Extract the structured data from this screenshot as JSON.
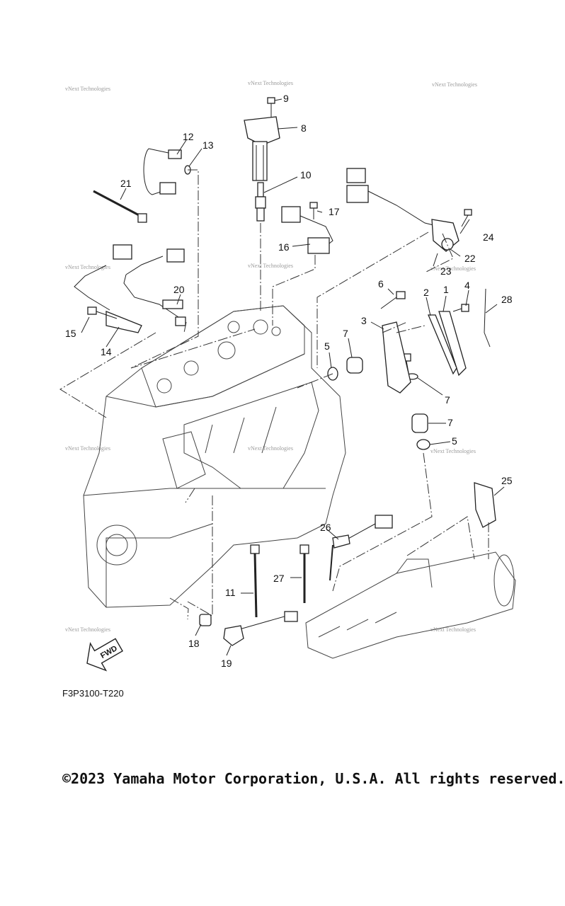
{
  "diagram": {
    "code": "F3P3100-T220",
    "fwd_label": "FWD",
    "watermark": "vNext Technologies",
    "callouts": [
      "1",
      "2",
      "3",
      "4",
      "5",
      "5",
      "6",
      "6",
      "7",
      "7",
      "8",
      "9",
      "10",
      "11",
      "12",
      "13",
      "14",
      "15",
      "16",
      "17",
      "18",
      "19",
      "20",
      "21",
      "22",
      "23",
      "24",
      "25",
      "26",
      "27",
      "28"
    ]
  },
  "footer": {
    "copyright": "©2023 Yamaha Motor Corporation, U.S.A. All rights reserved."
  }
}
